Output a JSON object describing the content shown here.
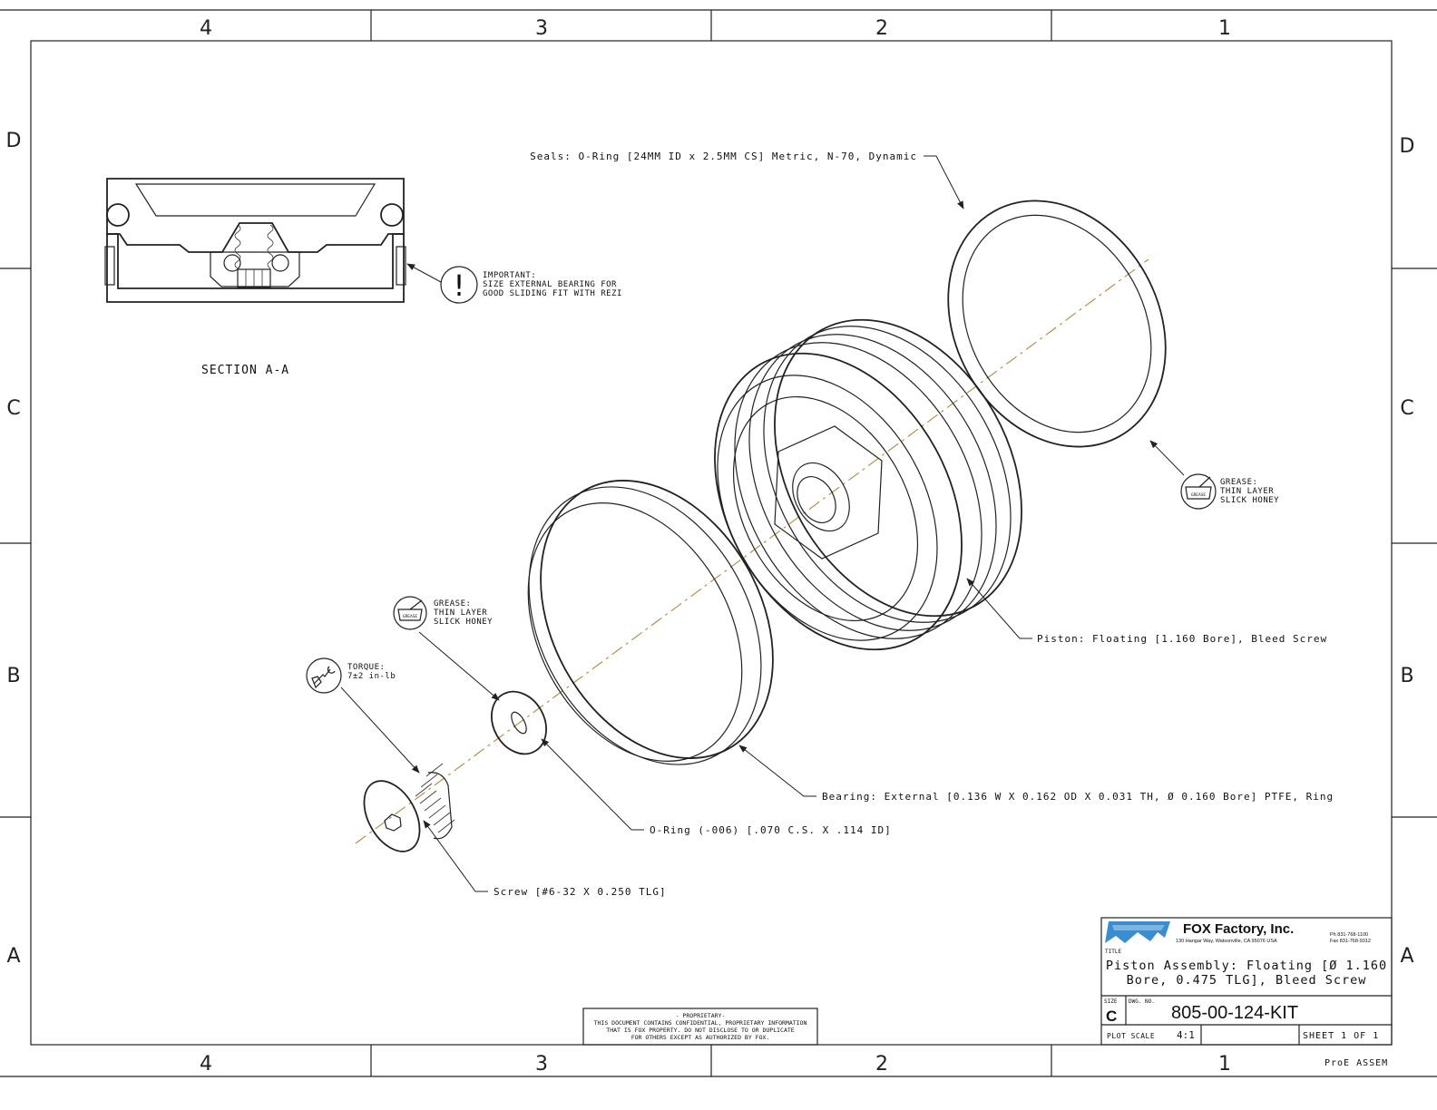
{
  "border": {
    "columns": [
      "4",
      "3",
      "2",
      "1"
    ],
    "rows": [
      "D",
      "C",
      "B",
      "A"
    ]
  },
  "section": {
    "title": "SECTION  A-A",
    "important_title": "IMPORTANT:",
    "important_line1": "SIZE EXTERNAL BEARING FOR",
    "important_line2": "GOOD SLIDING FIT WITH REZI"
  },
  "callouts": {
    "seals": "Seals: O-Ring [24MM ID x 2.5MM CS] Metric, N-70, Dynamic",
    "piston": "Piston: Floating [1.160 Bore], Bleed Screw",
    "bearing": "Bearing: External [0.136 W X 0.162 OD X 0.031 TH, Ø 0.160 Bore] PTFE, Ring",
    "oring": "O-Ring (-006) [.070 C.S. X .114 ID]",
    "screw": "Screw [#6-32 X 0.250 TLG]"
  },
  "notes": {
    "grease_right": [
      "GREASE:",
      "THIN LAYER",
      "SLICK HONEY"
    ],
    "grease_left": [
      "GREASE:",
      "THIN LAYER",
      "SLICK HONEY"
    ],
    "grease_icon_label": "GREASE",
    "torque": [
      "TORQUE:",
      "7±2 in-lb"
    ]
  },
  "proprietary": [
    "- PROPRIETARY-",
    "THIS DOCUMENT CONTAINS CONFIDENTIAL, PROPRIETARY INFORMATION",
    "THAT IS FOX PROPERTY.  DO NOT DISCLOSE TO OR DUPLICATE",
    "FOR OTHERS EXCEPT AS AUTHORIZED BY FOX."
  ],
  "title_block": {
    "company": "FOX Factory, Inc.",
    "address": "130 Hangar Way, Watsonville, CA 95076 USA",
    "phone": "Ph 831-768-1100",
    "fax": "Fax 831-768-9312",
    "title_label": "TITLE",
    "title_line1": "Piston Assembly: Floating [Ø 1.160",
    "title_line2": "Bore, 0.475 TLG], Bleed Screw",
    "size_label": "SIZE",
    "size": "C",
    "dwg_label": "DWG. NO.",
    "dwg_no": "805-00-124-KIT",
    "plot_scale_label": "PLOT SCALE",
    "plot_scale": "4:1",
    "sheet": "SHEET 1 OF 1",
    "assem": "ProE ASSEM"
  }
}
